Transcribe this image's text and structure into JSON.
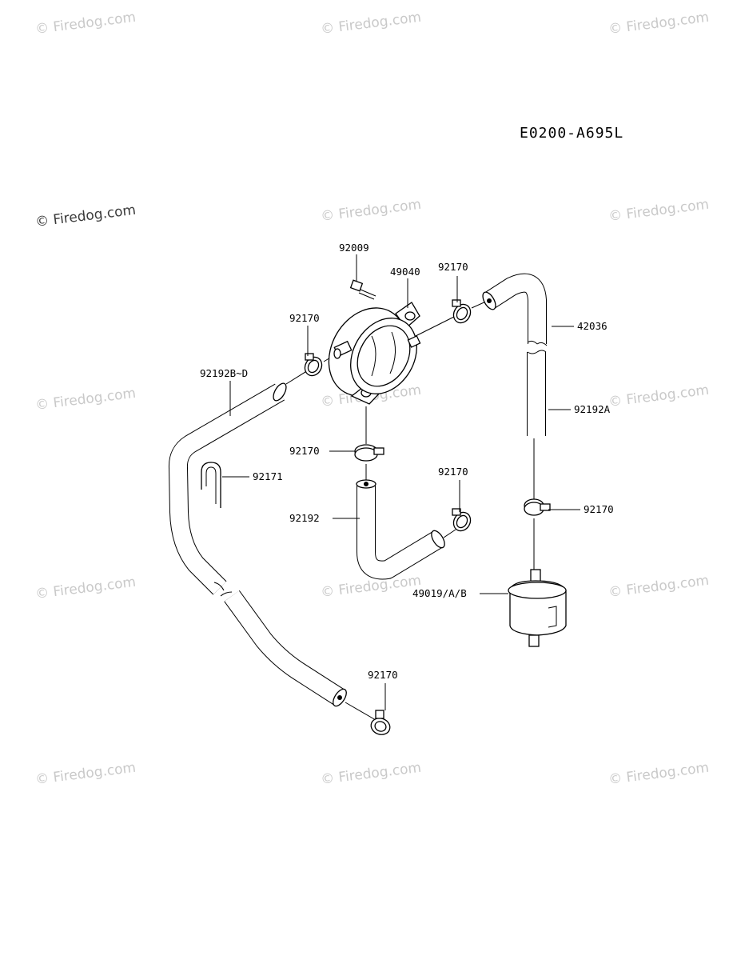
{
  "diagram_code": "E0200-A695L",
  "watermark": "© Firedog.com",
  "parts": {
    "bolt": "92009",
    "fuel_pump": "49040",
    "clamp_pump_outlet": "92170",
    "hose_top_right": "42036",
    "clamp_pump_inlet": "92170",
    "hose_long_left": "92192B~D",
    "clamp_pump_bottom": "92170",
    "clip": "92171",
    "clamp_mid": "92170",
    "hose_u": "92192",
    "hose_straight_right": "92192A",
    "clamp_filter_top": "92170",
    "fuel_filter": "49019/A/B",
    "clamp_bottom": "92170"
  }
}
